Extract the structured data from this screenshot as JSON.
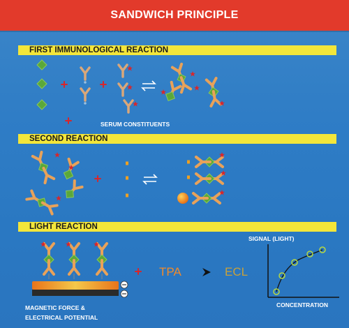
{
  "title": "SANDWICH PRINCIPLE",
  "sections": [
    {
      "heading": "FIRST IMMUNOLOGICAL REACTION",
      "caption": "SERUM CONSTITUENTS"
    },
    {
      "heading": "SECOND REACTION"
    },
    {
      "heading": "LIGHT REACTION"
    }
  ],
  "light_reaction": {
    "reagent": "TPA",
    "product": "ECL",
    "magnet_label_line1": "MAGNETIC FORCE &",
    "magnet_label_line2": "ELECTRICAL POTENTIAL"
  },
  "signal_plot": {
    "ylabel": "SIGNAL (LIGHT)",
    "xlabel": "CONCENTRATION"
  },
  "colors": {
    "background": "#2f7dc6",
    "header": "#e23a2b",
    "band": "#f3e63a",
    "antibody": "#e8a25a",
    "antigen": "#5aa83a",
    "label_star": "#d8262b",
    "bead": "#f0a020"
  }
}
